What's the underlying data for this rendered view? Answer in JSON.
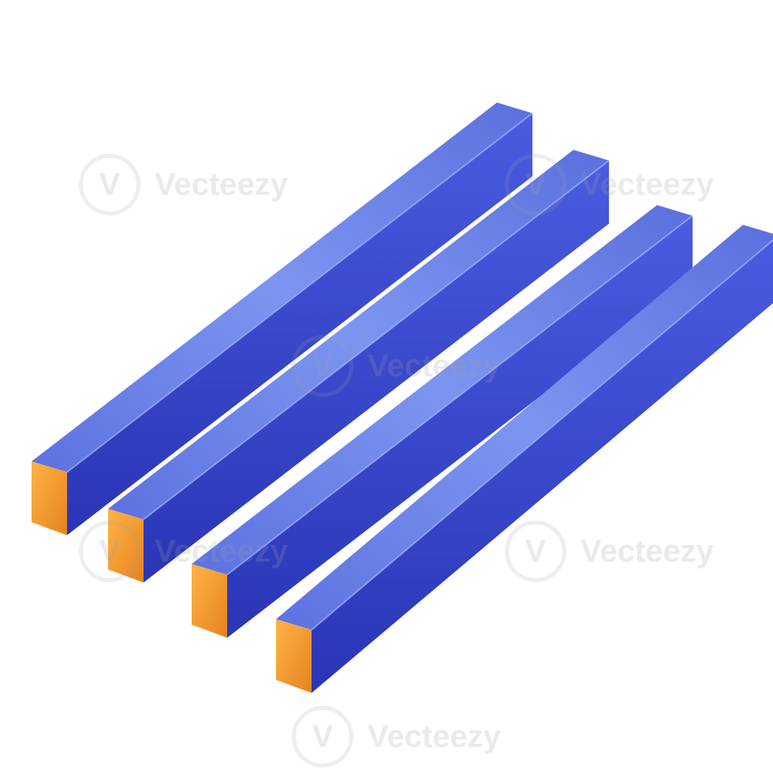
{
  "watermark": {
    "text": "Vecteezy",
    "logo_glyph": "V"
  },
  "illustration": {
    "subject": "four 3D bars in isometric view",
    "bar_count": 4,
    "colors": {
      "top_face": "#6f86e8",
      "side_face": "#3f4fd6",
      "side_face_dark": "#2a34b8",
      "end_face": "#f59a2e",
      "end_face_light": "#ffb84d"
    }
  }
}
